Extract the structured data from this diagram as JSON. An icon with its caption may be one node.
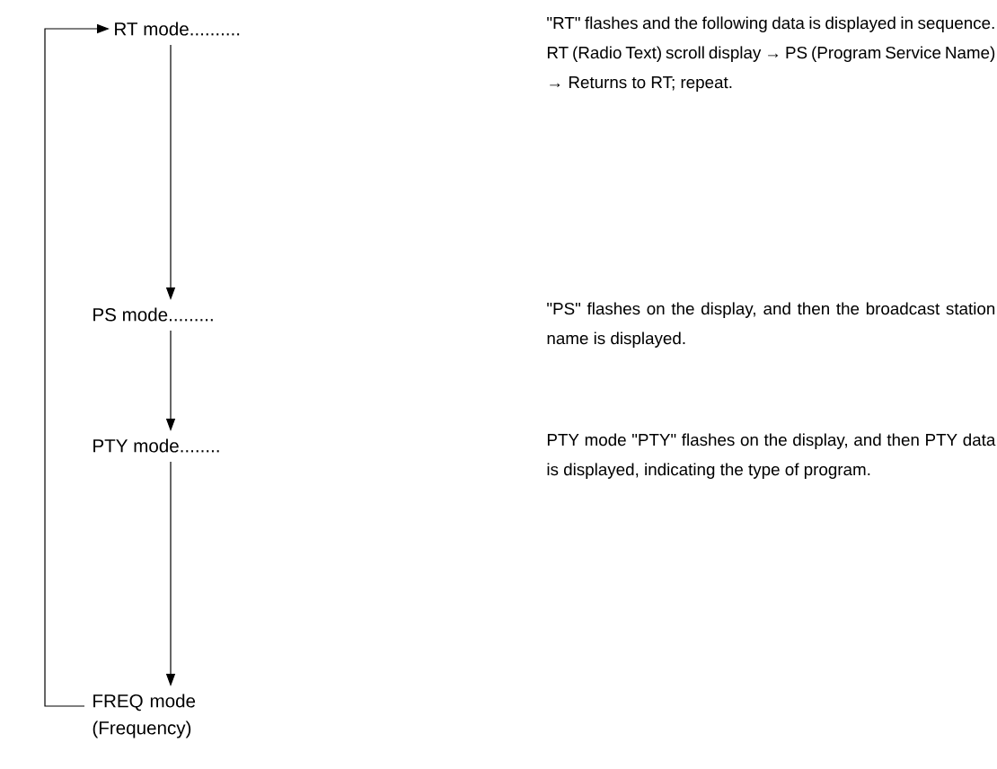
{
  "diagram": {
    "nodes": [
      {
        "text": [
          "RT mode.........."
        ]
      },
      {
        "text": [
          "PS mode........."
        ]
      },
      {
        "text": [
          "PTY mode........"
        ]
      },
      {
        "text": [
          "FREQ mode (Frequency)"
        ]
      }
    ],
    "edges": [
      {
        "from": 0,
        "to": 1,
        "arrow": "to"
      },
      {
        "from": 1,
        "to": 2,
        "arrow": "to"
      },
      {
        "from": 2,
        "to": 3,
        "arrow": "to"
      },
      {
        "from": 3,
        "to": 0,
        "arrow": "to"
      }
    ],
    "labels": [
      "\"RT\" flashes and the following data is displayed in sequence. RT (Radio Text) scroll display → PS (Program Service Name) → Returns to RT; repeat.",
      "\"PS\" flashes on the display, and then the broadcast station name is displayed.",
      "PTY mode \"PTY\" flashes on the display, and then PTY data is displayed, indicating the type of program."
    ]
  }
}
